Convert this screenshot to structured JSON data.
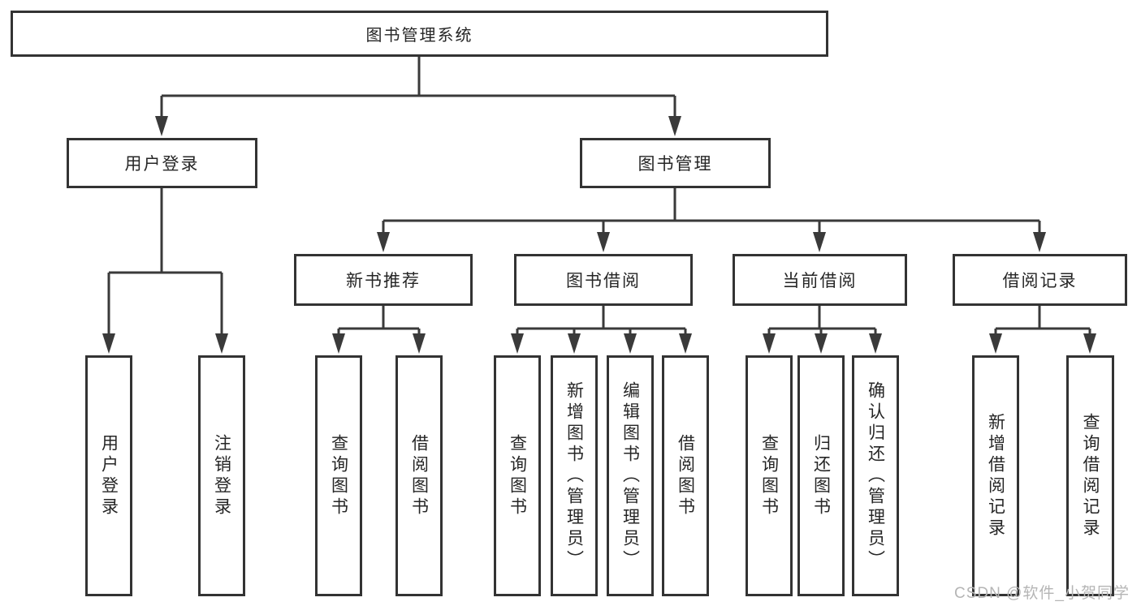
{
  "tree": {
    "label": "图书管理系统",
    "children": [
      {
        "label": "用户登录",
        "children": [
          {
            "label": "用户登录"
          },
          {
            "label": "注销登录"
          }
        ]
      },
      {
        "label": "图书管理",
        "children": [
          {
            "label": "新书推荐",
            "children": [
              {
                "label": "查询图书"
              },
              {
                "label": "借阅图书"
              }
            ]
          },
          {
            "label": "图书借阅",
            "children": [
              {
                "label": "查询图书"
              },
              {
                "label": "新增图书（管理员）"
              },
              {
                "label": "编辑图书（管理员）"
              },
              {
                "label": "借阅图书"
              }
            ]
          },
          {
            "label": "当前借阅",
            "children": [
              {
                "label": "查询图书"
              },
              {
                "label": "归还图书"
              },
              {
                "label": "确认归还（管理员）"
              }
            ]
          },
          {
            "label": "借阅记录",
            "children": [
              {
                "label": "新增借阅记录"
              },
              {
                "label": "查询借阅记录"
              }
            ]
          }
        ]
      }
    ]
  },
  "watermark": {
    "text": "CSDN @软件_小贺同学"
  },
  "colors": {
    "box_border": "#333333",
    "connector": "#3a3a3a",
    "text": "#262626",
    "watermark": "#b5b5b5",
    "background": "#ffffff"
  }
}
